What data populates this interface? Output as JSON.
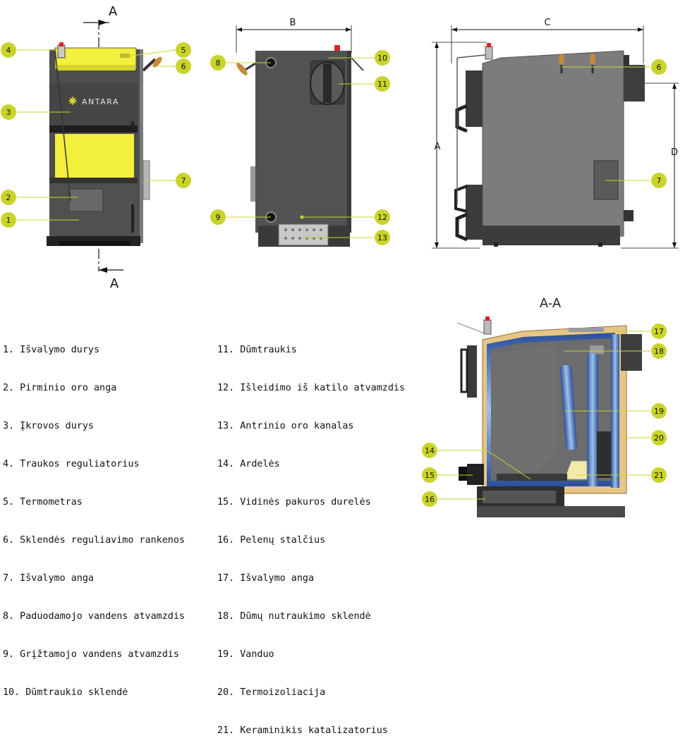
{
  "dimensions": {
    "a_top": "A",
    "a_bottom": "A",
    "b": "B",
    "c": "C",
    "side_a": "A",
    "d": "D"
  },
  "brand": "ANTARA",
  "section_title": "A-A",
  "callouts": [
    "1",
    "2",
    "3",
    "4",
    "5",
    "6",
    "7",
    "8",
    "9",
    "10",
    "11",
    "12",
    "13",
    "6",
    "7",
    "14",
    "15",
    "16",
    "17",
    "18",
    "19",
    "20",
    "21"
  ],
  "legend_left": [
    "1. Išvalymo durys",
    "2. Pirminio oro anga",
    "3. Įkrovos durys",
    "4. Traukos reguliatorius",
    "5. Termometras",
    "6. Sklendės reguliavimo rankenos",
    "7. Išvalymo anga",
    "8. Paduodamojo vandens atvamzdis",
    "9. Grįžtamojo vandens atvamzdis",
    "10. Dūmtraukio sklendė"
  ],
  "legend_right": [
    "11. Dūmtraukis",
    "12. Išleidimo iš katilo atvamzdis",
    "13. Antrinio oro kanalas",
    "14. Ardelės",
    "15. Vidinės pakuros durelės",
    "16. Pelenų stalčius",
    "17. Išvalymo anga",
    "18. Dūmų nutraukimo sklendė",
    "19. Vanduo",
    "20. Termoizoliacija",
    "21. Keraminikis katalizatorius"
  ],
  "colors": {
    "accent": "#c9d42a",
    "body": "#5a5a5a",
    "dark": "#2b2b2b",
    "insulation": "#e8c98c",
    "water": "#4a78c0",
    "yellow": "#f4f24a"
  }
}
